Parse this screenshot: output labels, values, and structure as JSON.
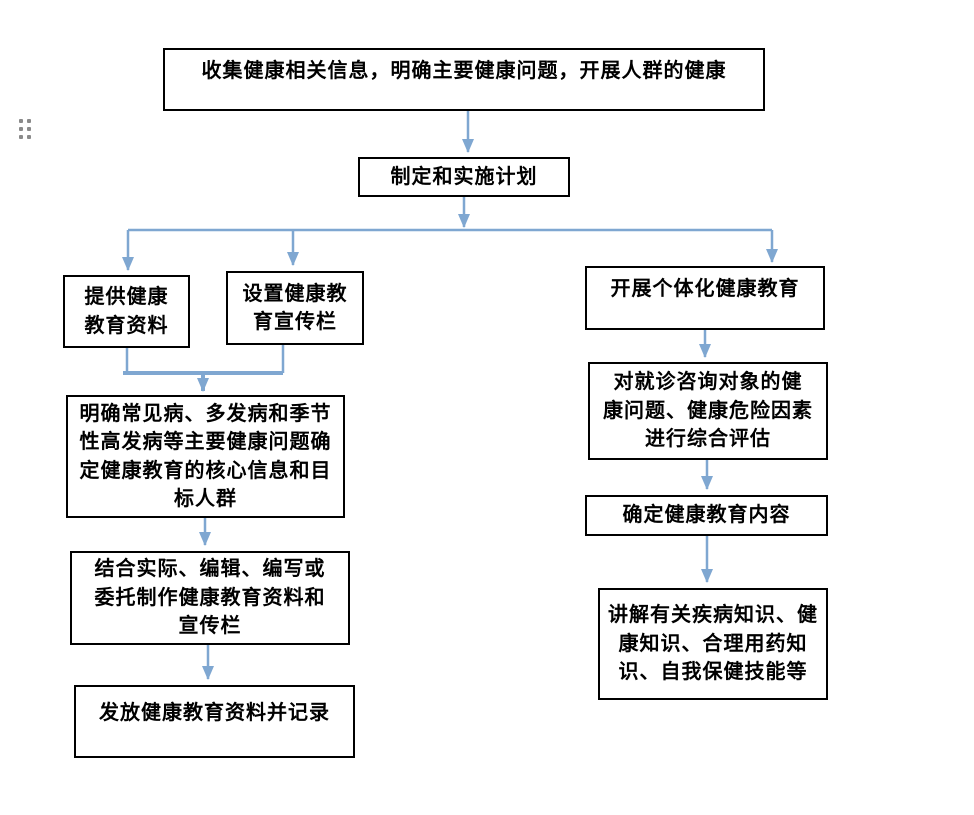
{
  "colors": {
    "arrow": "#7FA7D1",
    "box_border": "#000000",
    "box_background": "#ffffff",
    "text": "#000000",
    "handle_dot": "#8a8a8a",
    "page_background": "#ffffff"
  },
  "drag_handle": {
    "icon": "drag-handle-dots"
  },
  "flowchart": {
    "nodes": {
      "collect": {
        "label": "收集健康相关信息，明确主要健康问题，开展人群的健康"
      },
      "plan": {
        "label": "制定和实施计划"
      },
      "provide": {
        "label": "提供健康\n教育资料"
      },
      "setup": {
        "label": "设置健康教\n育宣传栏"
      },
      "individual": {
        "label": "开展个体化健康教育"
      },
      "identify": {
        "label": "明确常见病、多发病和季节\n性高发病等主要健康问题确\n定健康教育的核心信息和目\n标人群"
      },
      "produce": {
        "label": "结合实际、编辑、编写或\n委托制作健康教育资料和\n宣传栏"
      },
      "distribute": {
        "label": "发放健康教育资料并记录"
      },
      "assess": {
        "label": "对就诊咨询对象的健\n康问题、健康危险因素\n进行综合评估"
      },
      "content": {
        "label": "确定健康教育内容"
      },
      "explain": {
        "label": "讲解有关疾病知识、健\n康知识、合理用药知\n识、自我保健技能等"
      }
    }
  }
}
